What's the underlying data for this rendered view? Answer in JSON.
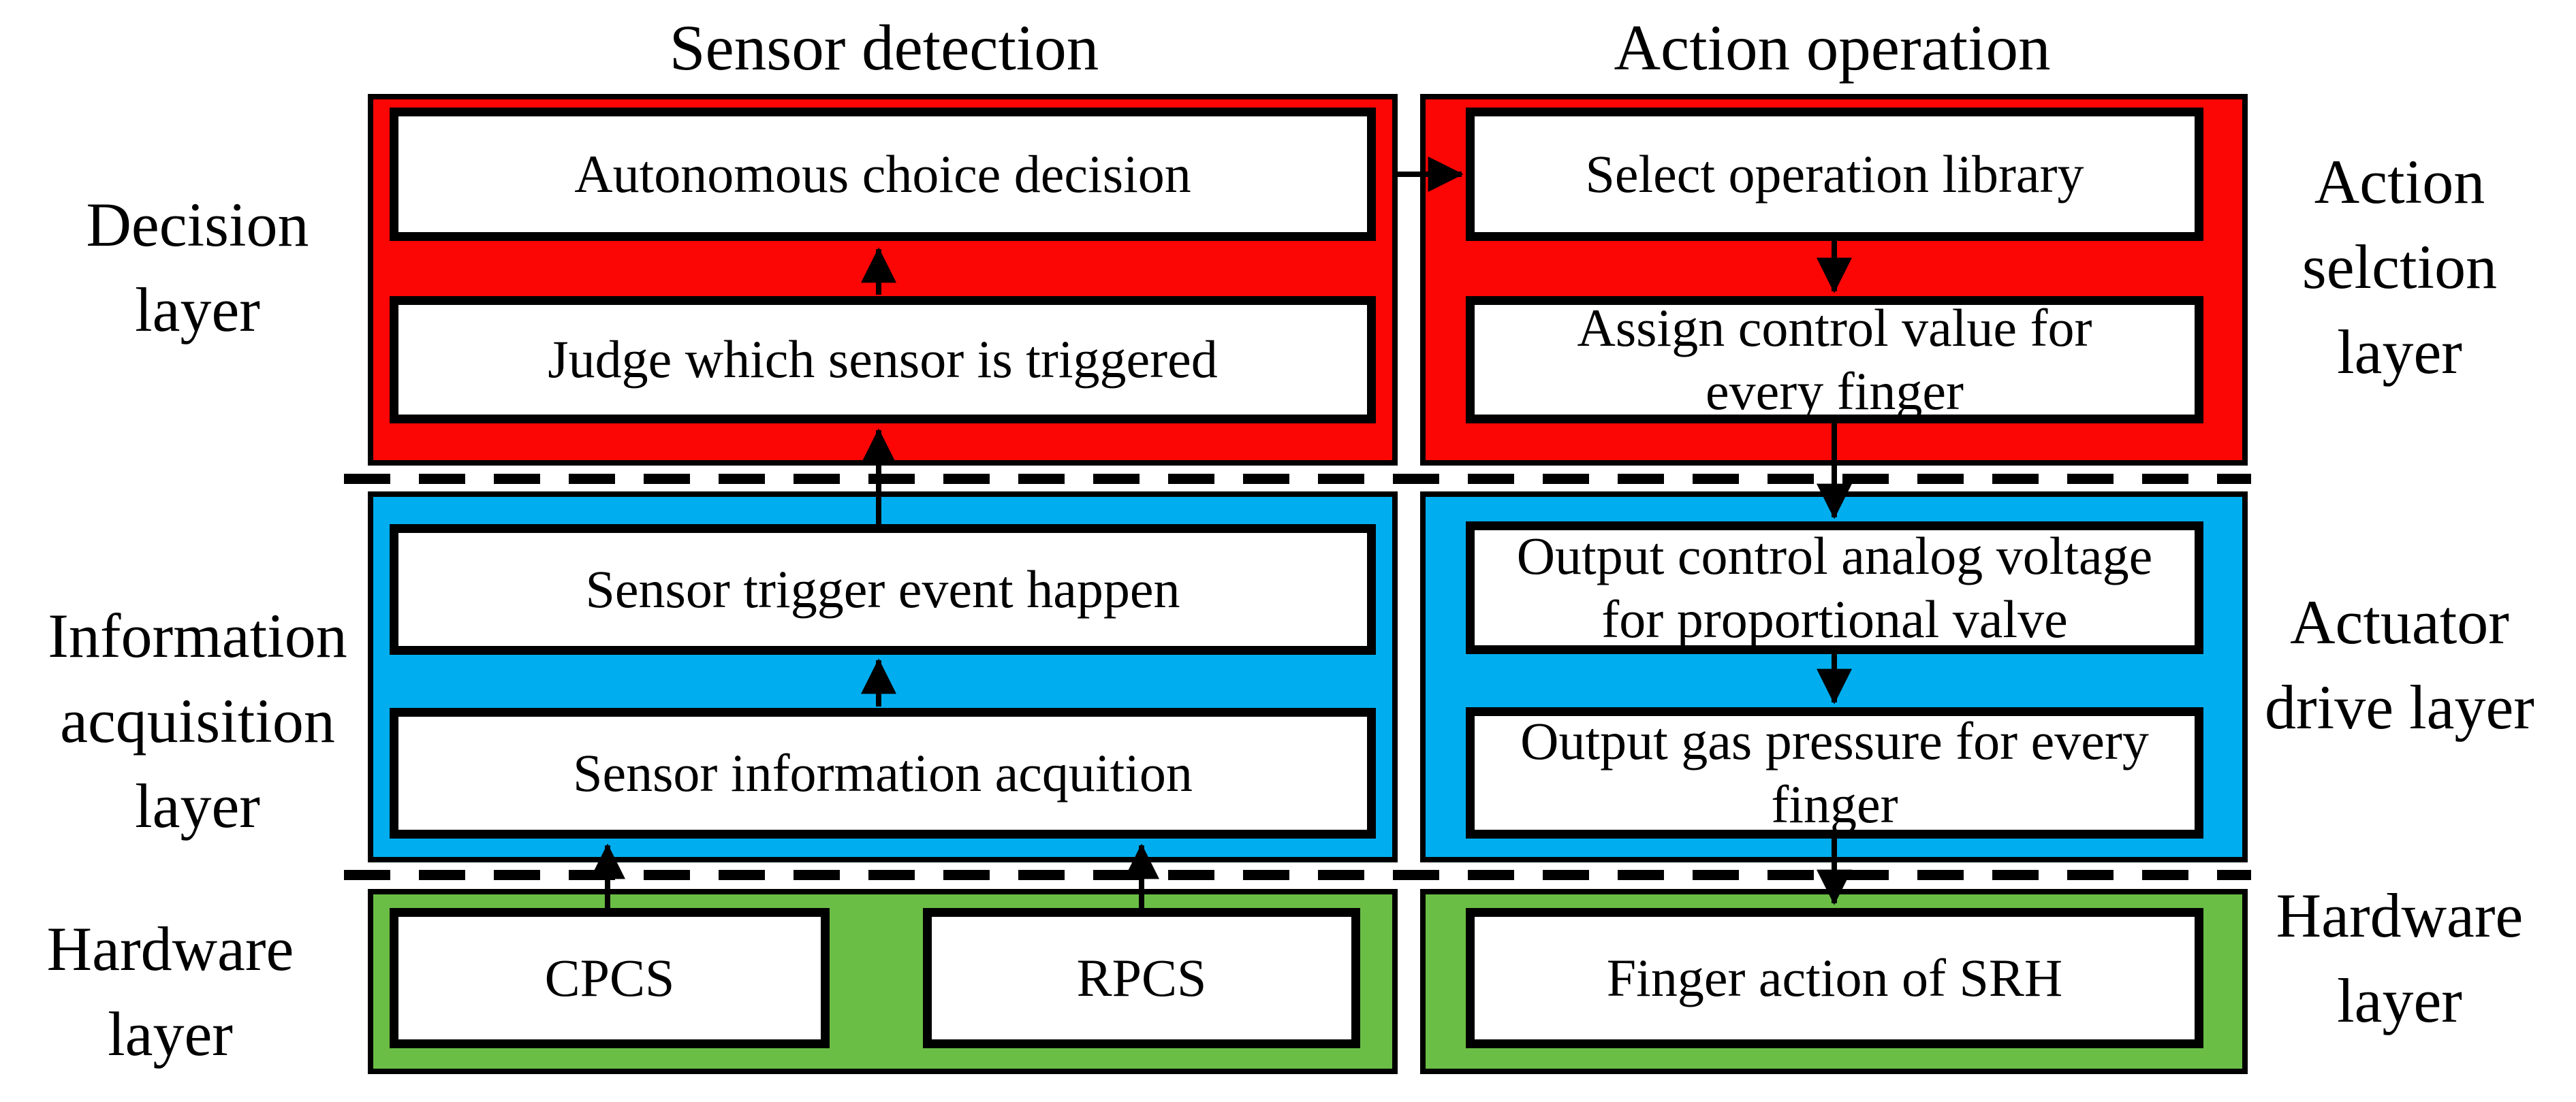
{
  "diagram": {
    "column_titles": {
      "sensor_detection": "Sensor detection",
      "action_operation": "Action operation"
    },
    "side_labels": {
      "decision_layer": "Decision\nlayer",
      "information_acquisition_layer": "Information\nacquisition\nlayer",
      "hardware_layer_left": "Hardware\nlayer",
      "action_selction_layer": "Action\nselction\nlayer",
      "actuator_drive_layer": "Actuator\ndrive layer",
      "hardware_layer_right": "Hardware\nlayer"
    },
    "boxes": {
      "autonomous_choice_decision": "Autonomous choice decision",
      "judge_which_sensor_is_triggered": "Judge which sensor is triggered",
      "select_operation_library": "Select operation library",
      "assign_control_value": "Assign control value for\nevery finger",
      "sensor_trigger_event_happen": "Sensor trigger event happen",
      "sensor_information_acquition": "Sensor information acquition",
      "output_control_analog_voltage": "Output control analog voltage\nfor proportional valve",
      "output_gas_pressure": "Output gas pressure for every\nfinger",
      "cpcs": "CPCS",
      "rpcs": "RPCS",
      "finger_action_of_srh": "Finger action of SRH"
    },
    "colors": {
      "red": "#fb0505",
      "blue": "#00aeef",
      "green": "#6abe45",
      "outline": "#000000"
    }
  }
}
